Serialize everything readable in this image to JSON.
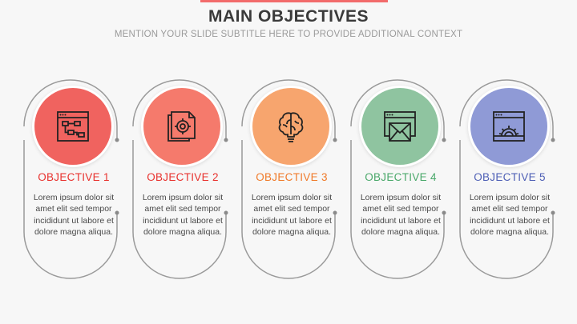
{
  "header": {
    "title": "MAIN OBJECTIVES",
    "subtitle": "MENTION YOUR SLIDE SUBTITLE HERE TO PROVIDE ADDITIONAL CONTEXT"
  },
  "objectives": [
    {
      "title": "OBJECTIVE 1",
      "body": "Lorem ipsum dolor sit amet elit sed tempor incididunt ut labore et dolore magna aliqua.",
      "color": "#f0635f",
      "title_color": "#e8322e",
      "icon": "flowchart-window-icon"
    },
    {
      "title": "OBJECTIVE 2",
      "body": "Lorem ipsum dolor sit amet elit sed tempor incididunt ut labore et dolore magna aliqua.",
      "color": "#f57a6c",
      "title_color": "#e8322e",
      "icon": "document-target-icon"
    },
    {
      "title": "OBJECTIVE 3",
      "body": "Lorem ipsum dolor sit amet elit sed tempor incididunt ut labore et dolore magna aliqua.",
      "color": "#f7a56e",
      "title_color": "#f07a2a",
      "icon": "brain-bulb-icon"
    },
    {
      "title": "OBJECTIVE 4",
      "body": "Lorem ipsum dolor sit amet elit sed tempor incididunt ut labore et dolore magna aliqua.",
      "color": "#8fc4a0",
      "title_color": "#4aa86a",
      "icon": "mail-window-icon"
    },
    {
      "title": "OBJECTIVE 5",
      "body": "Lorem ipsum dolor sit amet elit sed tempor incididunt ut labore et dolore magna aliqua.",
      "color": "#8f9ad6",
      "title_color": "#4e5fb5",
      "icon": "gear-window-icon"
    }
  ]
}
